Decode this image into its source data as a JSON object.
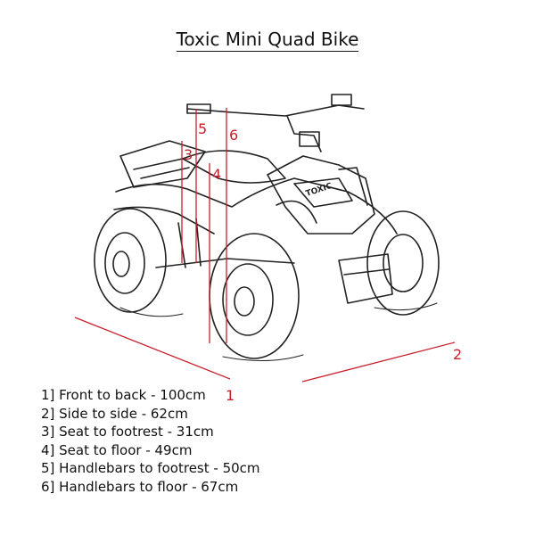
{
  "title": "Toxic Mini Quad Bike",
  "image_text": "TOXIC",
  "dimension_labels": [
    "1",
    "2",
    "3",
    "4",
    "5",
    "6"
  ],
  "legend": [
    "1] Front to back - 100cm",
    "2] Side to side - 62cm",
    "3] Seat to footrest - 31cm",
    "4] Seat to floor - 49cm",
    "5] Handlebars to footrest - 50cm",
    "6] Handlebars to floor - 67cm"
  ],
  "colors": {
    "dimension_lines": "#c8202a",
    "sketch": "#222222"
  }
}
